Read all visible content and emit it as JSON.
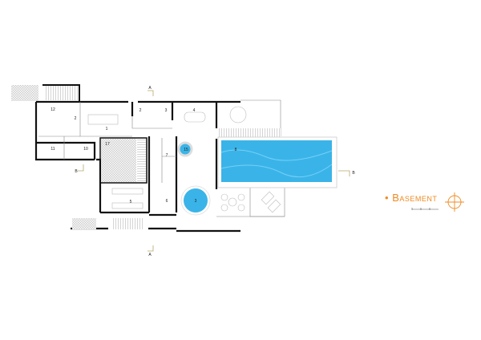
{
  "plan": {
    "title": "Basement",
    "bullet": "•",
    "accent_color": "#f08a20",
    "pool_color": "#3ab4e8",
    "rooms": {
      "r12": "12",
      "r2a": "2",
      "r1": "1",
      "r2b": "2",
      "r3a": "3",
      "r4": "4",
      "r11": "11",
      "r10": "10",
      "r17": "17",
      "r7": "7",
      "r5": "5",
      "r6": "6",
      "r15": "15",
      "r3b": "3",
      "r8": "8"
    },
    "section_markers": {
      "top": "A",
      "bottom": "A",
      "left": "B",
      "right": "B"
    }
  }
}
